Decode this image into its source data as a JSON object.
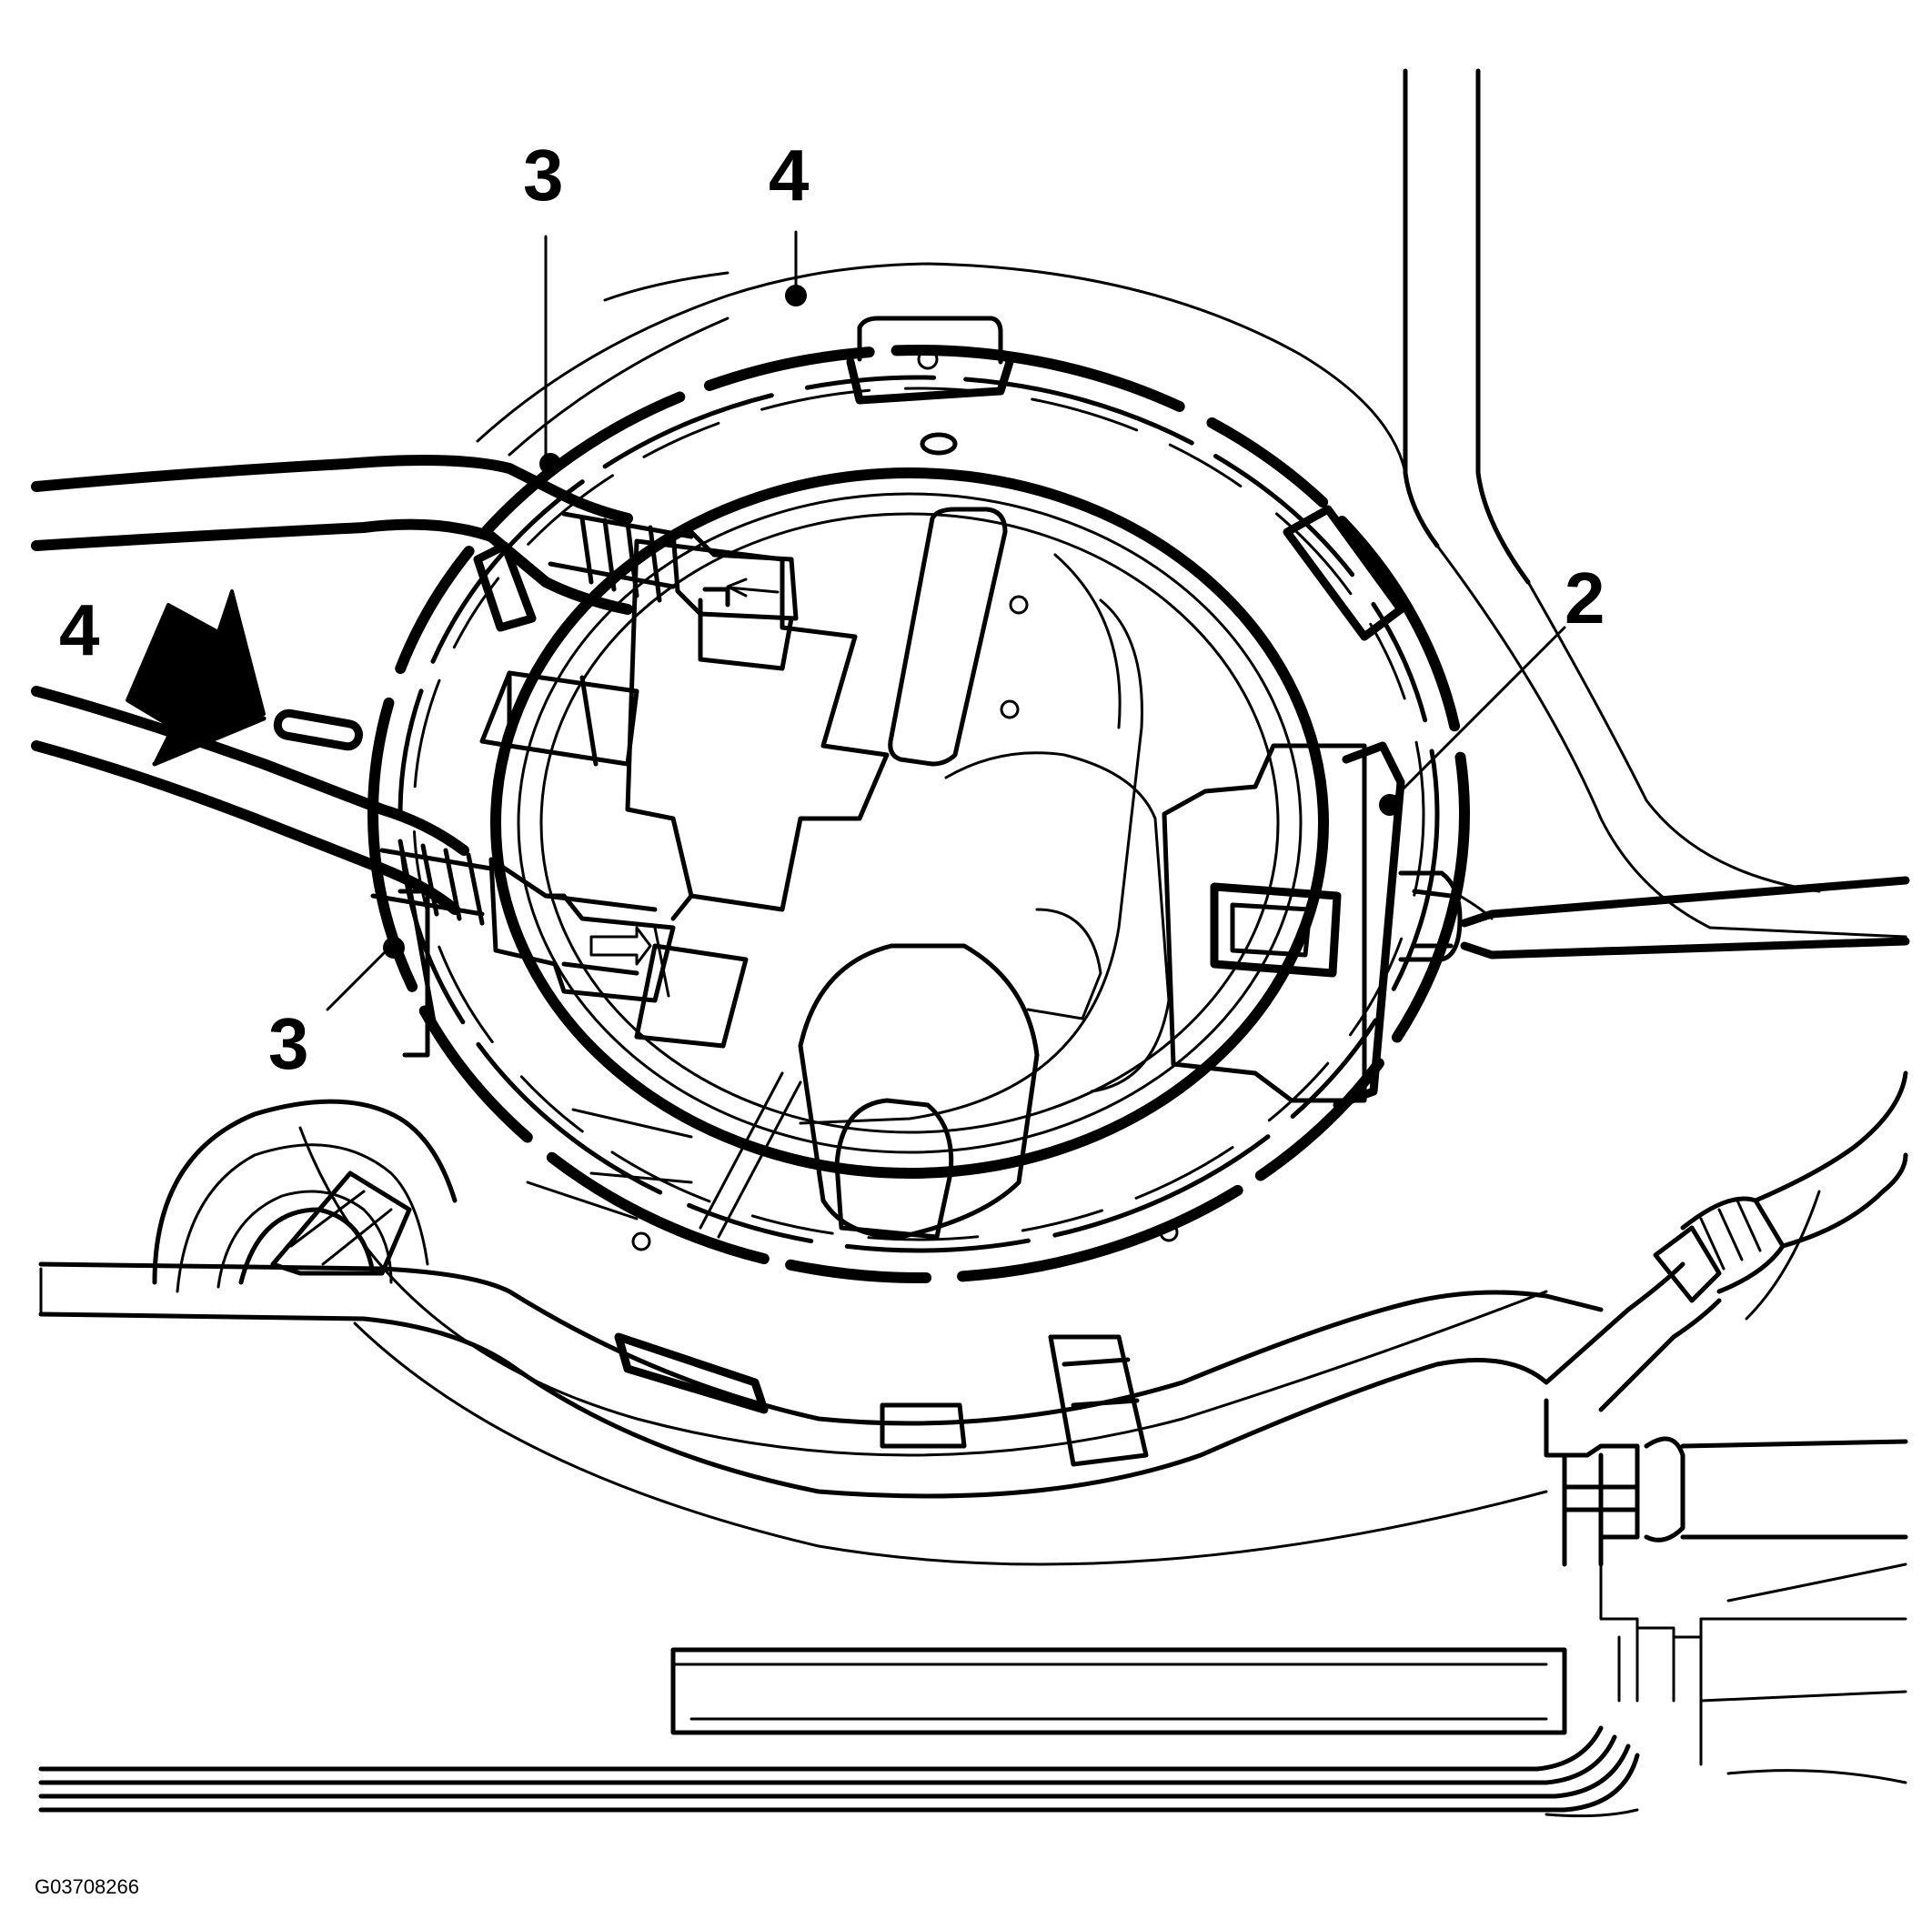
{
  "callouts": [
    {
      "id": "callout-3-top",
      "text": "3"
    },
    {
      "id": "callout-4-top",
      "text": "4"
    },
    {
      "id": "callout-4-left",
      "text": "4"
    },
    {
      "id": "callout-2",
      "text": "2"
    },
    {
      "id": "callout-3-bottom",
      "text": "3"
    }
  ],
  "figure_code": "G03708266",
  "colors": {
    "line": "#000000",
    "background": "#ffffff"
  }
}
